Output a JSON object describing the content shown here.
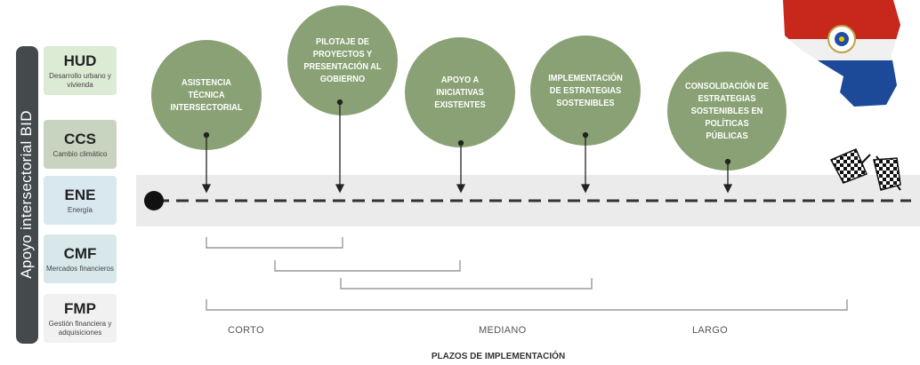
{
  "side_title": "Apoyo intersectorial BID",
  "sectors": [
    {
      "code": "HUD",
      "name": "Desarrollo urbano y vivienda",
      "color": "#dcebd4"
    },
    {
      "code": "CCS",
      "name": "Cambio climático",
      "color": "#c8d4c0"
    },
    {
      "code": "ENE",
      "name": "Energía",
      "color": "#d9e8ee"
    },
    {
      "code": "CMF",
      "name": "Mercados financieros",
      "color": "#d7e7ea"
    },
    {
      "code": "FMP",
      "name": "Gestión financiera y adquisiciones",
      "color": "#f1f1f1"
    }
  ],
  "milestones": [
    "ASISTENCIA TÉCNICA INTERSECTORIAL",
    "PILOTAJE DE PROYECTOS Y PRESENTACIÓN AL GOBIERNO",
    "APOYO A INICIATIVAS EXISTENTES",
    "IMPLEMENTACIÓN DE ESTRATEGIAS SOSTENIBLES",
    "CONSOLIDACIÓN DE ESTRATEGIAS SOSTENIBLES EN POLÍTICAS PÚBLICAS"
  ],
  "terms": {
    "short": "CORTO",
    "medium": "MEDIANO",
    "long": "LARGO"
  },
  "axis_title": "PLAZOS DE IMPLEMENTACIÓN",
  "colors": {
    "circle": "#89a174",
    "road": "#ebebeb",
    "side_bar": "#444a4c"
  },
  "icons": [
    "paraguay-flag-map-icon",
    "checkered-flags-icon"
  ]
}
